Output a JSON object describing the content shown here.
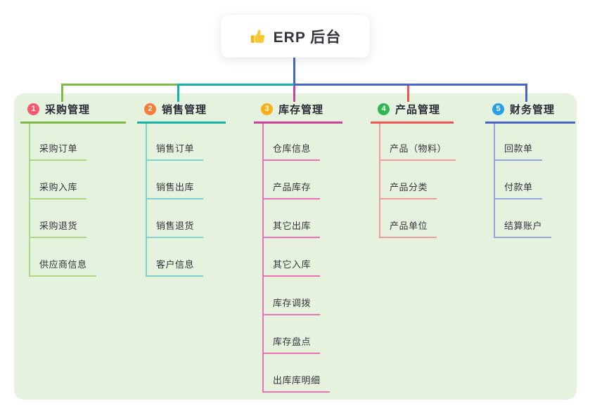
{
  "root": {
    "title": "ERP 后台",
    "icon": "thumbs-up-icon"
  },
  "panel_color": "#e4f2de",
  "stem_color": "#4764cb",
  "branches": [
    {
      "number": "1",
      "title": "采购管理",
      "branch_color": "#7cbb47",
      "child_color": "#aed687",
      "badge_color": "#f8576e",
      "children": [
        "采购订单",
        "采购入库",
        "采购退货",
        "供应商信息"
      ]
    },
    {
      "number": "2",
      "title": "销售管理",
      "branch_color": "#14b3a9",
      "child_color": "#7fd2cb",
      "badge_color": "#f97c37",
      "children": [
        "销售订单",
        "销售出库",
        "销售退货",
        "客户信息"
      ]
    },
    {
      "number": "3",
      "title": "库存管理",
      "branch_color": "#cd3f9a",
      "child_color": "#ef71b8",
      "badge_color": "#fbae17",
      "children": [
        "仓库信息",
        "产品库存",
        "其它出库",
        "其它入库",
        "库存调拨",
        "库存盘点",
        "出库库明细"
      ]
    },
    {
      "number": "4",
      "title": "产品管理",
      "branch_color": "#f05352",
      "child_color": "#f59a99",
      "badge_color": "#2fb750",
      "children": [
        "产品（物料）",
        "产品分类",
        "产品单位"
      ]
    },
    {
      "number": "5",
      "title": "财务管理",
      "branch_color": "#4764cb",
      "child_color": "#91a7de",
      "badge_color": "#28a0e8",
      "children": [
        "回款单",
        "付款单",
        "结算账户"
      ]
    }
  ]
}
